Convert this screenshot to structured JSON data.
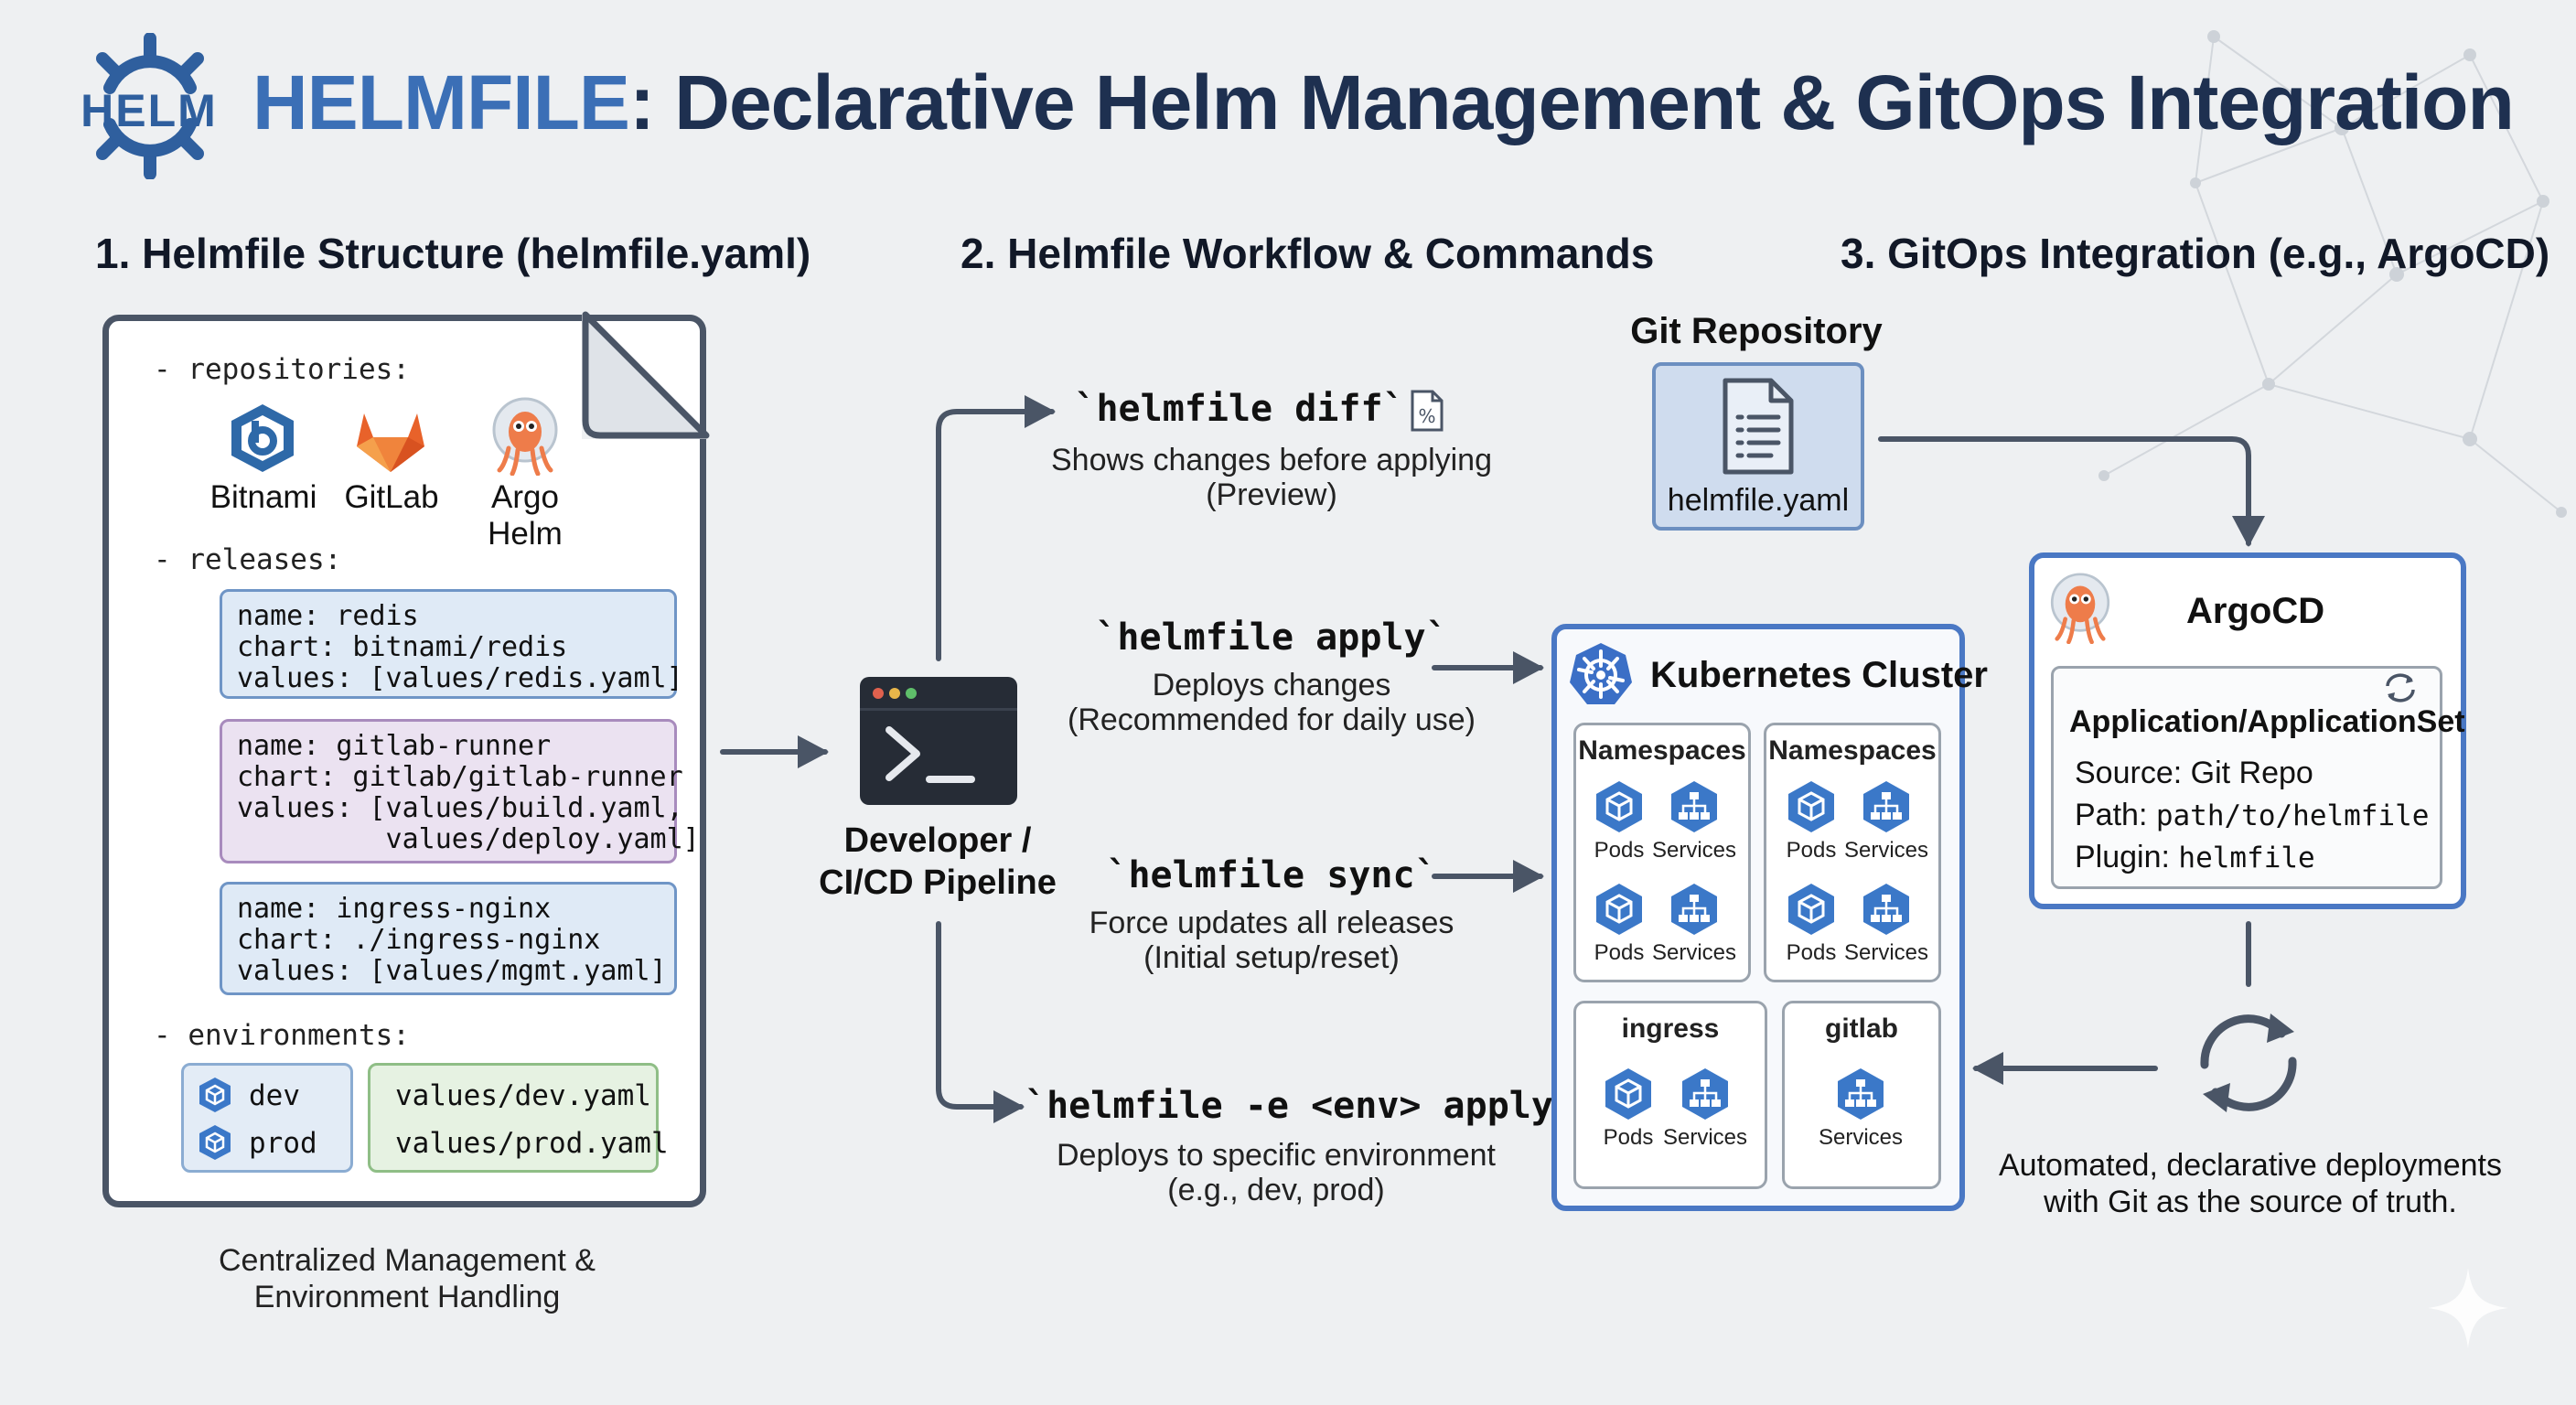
{
  "header": {
    "logo_text": "HELM",
    "title_accent": "HELMFILE",
    "title_rest": ": Declarative Helm Management & GitOps Integration"
  },
  "sections": {
    "structure": "1. Helmfile Structure (helmfile.yaml)",
    "workflow": "2. Helmfile Workflow & Commands",
    "gitops": "3. GitOps Integration (e.g., ArgoCD)"
  },
  "structure": {
    "repositories_label": "- repositories:",
    "repositories": [
      "Bitnami",
      "GitLab",
      "Argo Helm"
    ],
    "releases_label": "- releases:",
    "releases": [
      "name: redis\nchart: bitnami/redis\nvalues: [values/redis.yaml]",
      "name: gitlab-runner\nchart: gitlab/gitlab-runner\nvalues: [values/build.yaml,\n         values/deploy.yaml]",
      "name: ingress-nginx\nchart: ./ingress-nginx\nvalues: [values/mgmt.yaml]"
    ],
    "environments_label": "- environments:",
    "environments": [
      "dev",
      "prod"
    ],
    "env_files": [
      "values/dev.yaml",
      "values/prod.yaml"
    ],
    "caption_line1": "Centralized Management &",
    "caption_line2": "Environment Handling"
  },
  "workflow": {
    "actor_line1": "Developer /",
    "actor_line2": "CI/CD Pipeline",
    "commands": [
      {
        "cmd": "`helmfile diff`",
        "desc1": "Shows changes before applying",
        "desc2": "(Preview)"
      },
      {
        "cmd": "`helmfile apply`",
        "desc1": "Deploys changes",
        "desc2": "(Recommended for daily use)"
      },
      {
        "cmd": "`helmfile sync`",
        "desc1": "Force updates all releases",
        "desc2": "(Initial setup/reset)"
      },
      {
        "cmd": "`helmfile -e <env> apply`",
        "desc1": "Deploys to specific environment",
        "desc2": "(e.g., dev, prod)"
      }
    ]
  },
  "gitops": {
    "git_title": "Git Repository",
    "git_file": "helmfile.yaml",
    "cluster_title": "Kubernetes Cluster",
    "namespaces_label": "Namespaces",
    "pods_label": "Pods",
    "services_label": "Services",
    "ingress_label": "ingress",
    "gitlab_label": "gitlab",
    "argo_title": "ArgoCD",
    "app_title": "Application/ApplicationSet",
    "source_label": "Source: ",
    "source_value": "Git Repo",
    "path_label": "Path: ",
    "path_value": "path/to/helmfile",
    "plugin_label": "Plugin: ",
    "plugin_value": "helmfile",
    "caption_line1": "Automated, declarative deployments",
    "caption_line2": "with Git as the source of truth."
  },
  "colors": {
    "title_dark": "#1e3050",
    "title_accent": "#3b6fb6",
    "helm_blue": "#2f5f9e",
    "connector": "#4a5566",
    "cluster_border": "#4a78c4",
    "hex_blue": "#3b78c8"
  },
  "icons": [
    "helm-wheel-icon",
    "bitnami-icon",
    "gitlab-icon",
    "argo-icon",
    "terminal-icon",
    "diff-file-icon",
    "file-icon",
    "kubernetes-icon",
    "pod-icon",
    "service-icon",
    "sync-icon",
    "refresh-icon",
    "sparkle-icon"
  ]
}
